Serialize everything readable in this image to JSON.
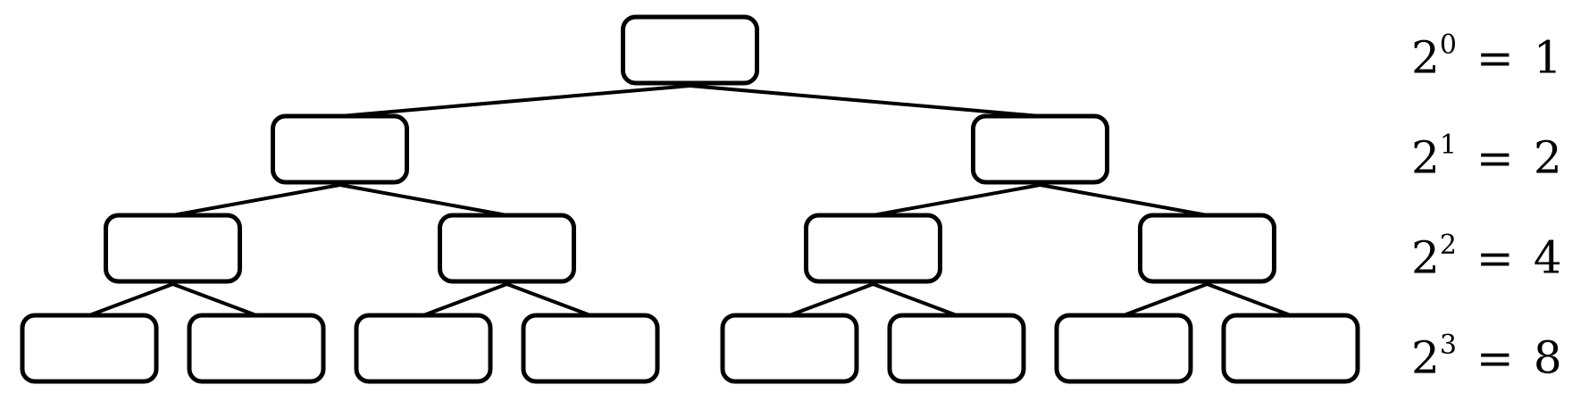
{
  "diagram": {
    "type": "binary-tree",
    "levels": [
      {
        "base": "2",
        "exponent": "0",
        "equals": "=",
        "result": "1"
      },
      {
        "base": "2",
        "exponent": "1",
        "equals": "=",
        "result": "2"
      },
      {
        "base": "2",
        "exponent": "2",
        "equals": "=",
        "result": "4"
      },
      {
        "base": "2",
        "exponent": "3",
        "equals": "=",
        "result": "8"
      }
    ],
    "node_count_per_level": [
      1,
      2,
      4,
      8
    ],
    "colors": {
      "stroke": "#000000",
      "background": "#ffffff"
    }
  }
}
